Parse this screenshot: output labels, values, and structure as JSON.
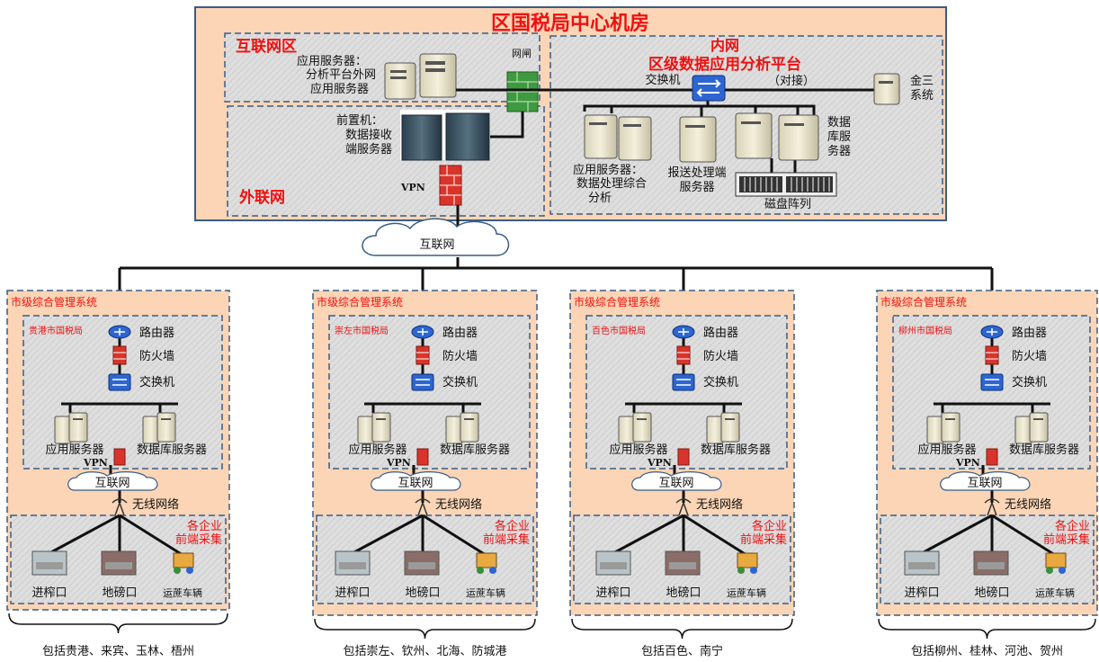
{
  "center": {
    "title": "区国税局中心机房",
    "internet_zone": "互联网区",
    "app_server_label": [
      "应用服务器：",
      "分析平台外网",
      "应用服务器"
    ],
    "gateway_label": "网闸",
    "front_machine_label": [
      "前置机：",
      "数据接收",
      "端服务器"
    ],
    "vpn_label": "VPN",
    "external_net_label": "外联网",
    "intranet_title_1": "内网",
    "intranet_title_2": "区级数据应用分析平台",
    "switch_label": "交换机",
    "dock_label": "（对接）",
    "jinsan_label": [
      "金三",
      "系统"
    ],
    "db_server_label": [
      "数据",
      "库服",
      "务器"
    ],
    "app_server2_label": [
      "应用服务器：",
      "数据处理综合",
      "分析"
    ],
    "report_server_label": [
      "报送处理端",
      "服务器"
    ],
    "disk_array_label": "磁盘阵列"
  },
  "cloud_label": "互联网",
  "city_common": {
    "system_label": "市级综合管理系统",
    "router": "路由器",
    "firewall": "防火墙",
    "switch": "交换机",
    "app_server": "应用服务器",
    "db_server": "数据库服务器",
    "vpn": "VPN",
    "internet": "互联网",
    "wireless": "无线网络",
    "enterprise_1": "各企业",
    "enterprise_2": "前端采集",
    "entrance": "进榨口",
    "weighbridge": "地磅口",
    "vehicle": "运蔗车辆"
  },
  "cities": [
    {
      "bureau": "贵港市国税局",
      "coverage": "包括贵港、来宾、玉林、梧州"
    },
    {
      "bureau": "崇左市国税局",
      "coverage": "包括崇左、钦州、北海、防城港"
    },
    {
      "bureau": "百色市国税局",
      "coverage": "包括百色、南宁"
    },
    {
      "bureau": "柳州市国税局",
      "coverage": "包括柳州、桂林、河池、贺州"
    }
  ],
  "colors": {
    "panel_fill": "#fbd5b5",
    "hatch": "#cfcfcf",
    "border": "#3a5c86",
    "title_red": "#e11",
    "switch_blue": "#2d66d1",
    "firewall_red": "#d9342b",
    "gateway_green": "#3e9a3e"
  }
}
